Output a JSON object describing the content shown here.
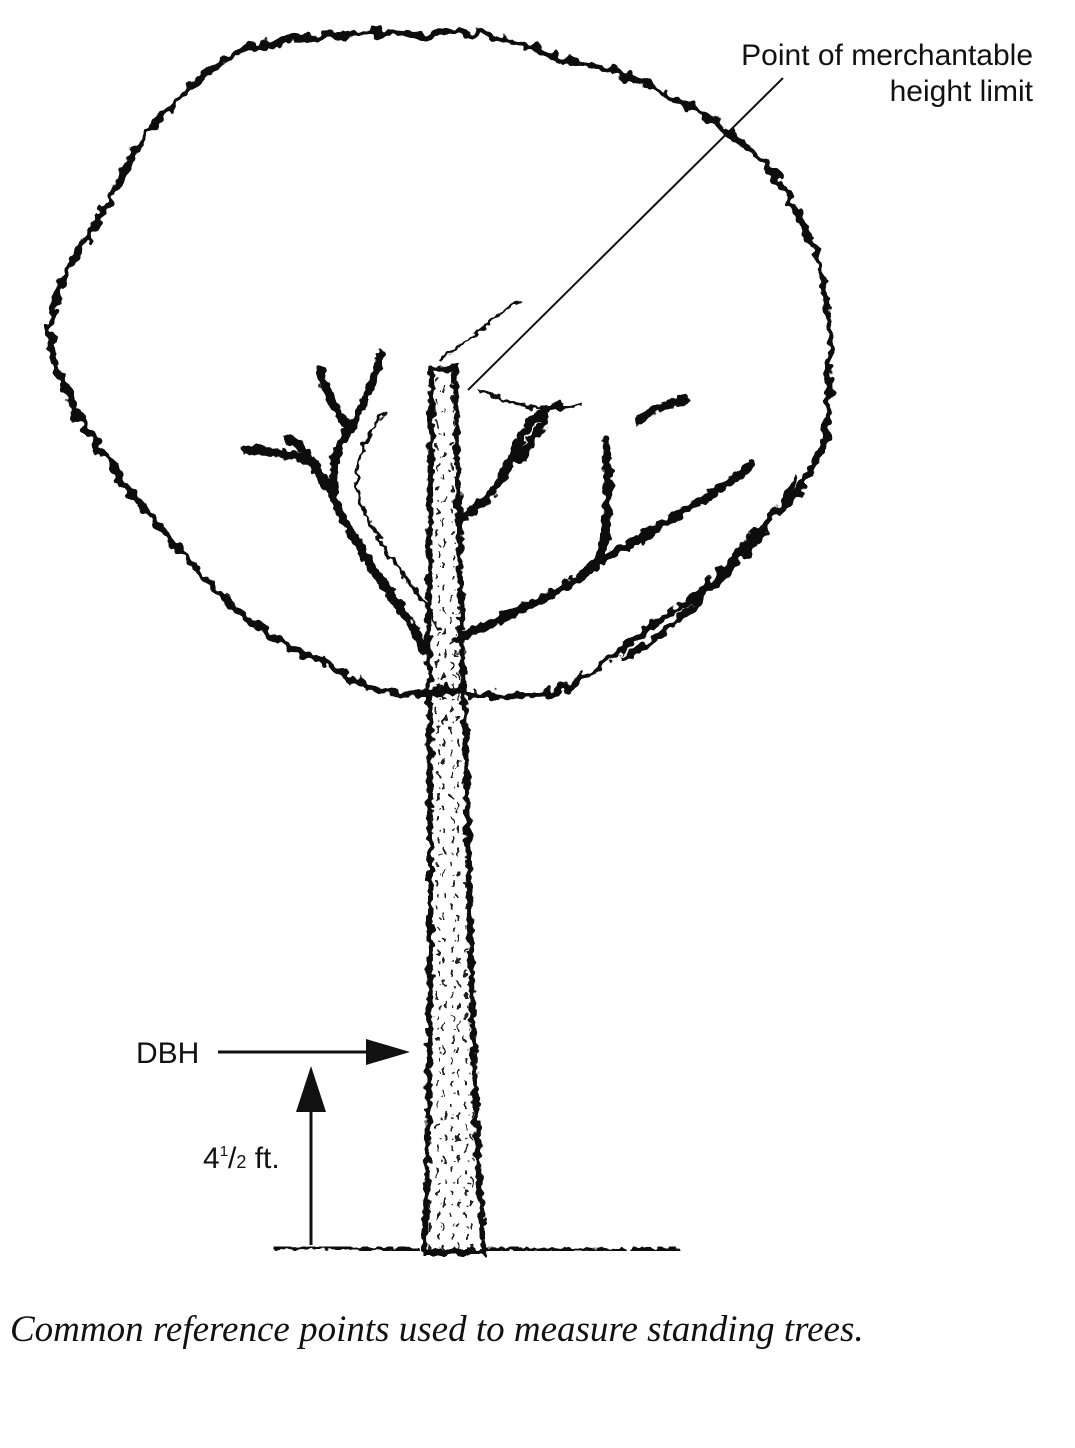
{
  "labels": {
    "merch_line1": "Point of merchantable",
    "merch_line2": "height limit",
    "dbh": "DBH",
    "height_whole": "4",
    "height_num": "1",
    "height_den": "2",
    "height_unit": " ft."
  },
  "caption": "Common reference points used to measure standing trees.",
  "colors": {
    "ink": "#111111",
    "background": "#ffffff"
  }
}
